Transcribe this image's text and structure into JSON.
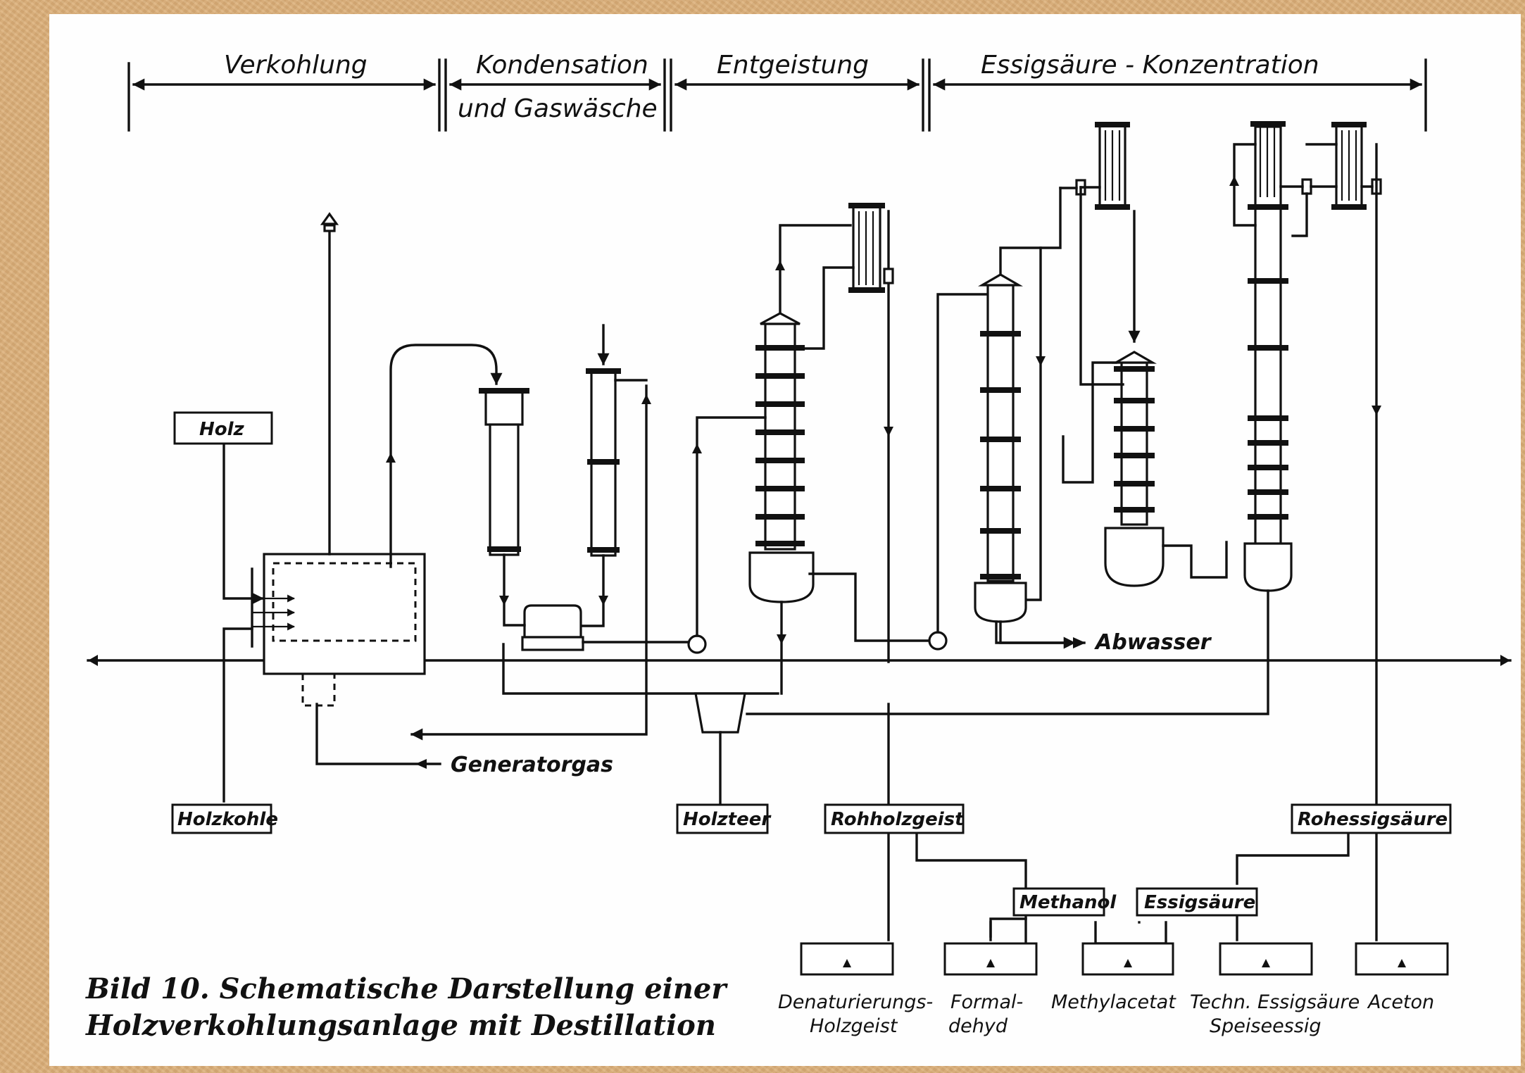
{
  "sections": {
    "verkohlung": "Verkohlung",
    "kondensation": "Kondensation",
    "gaswaesche": "und Gaswäsche",
    "entgeistung": "Entgeistung",
    "essigsaeure_konzentration": "Essigsäure  -  Konzentration"
  },
  "labels": {
    "holz": "Holz",
    "holzkohle": "Holzkohle",
    "holzteer": "Holzteer",
    "rohholzgeist": "Rohholzgeist",
    "rohessigsaeure": "Rohessigsäure",
    "methanol": "Methanol",
    "essigsaeure": "Essigsäure"
  },
  "flows": {
    "generatorgas": "Generatorgas",
    "abwasser": "Abwasser"
  },
  "products": {
    "denat1": "Denaturierungs-",
    "denat2": "Holzgeist",
    "formal1": "Formal-",
    "formal2": "dehyd",
    "methylacetat": "Methylacetat",
    "techn1": "Techn. Essigsäure",
    "techn2": "Speiseessig",
    "aceton": "Aceton"
  },
  "caption": {
    "line1": "Bild 10.  Schematische Darstellung einer",
    "line2": "Holzverkohlungsanlage  mit  Destillation"
  }
}
